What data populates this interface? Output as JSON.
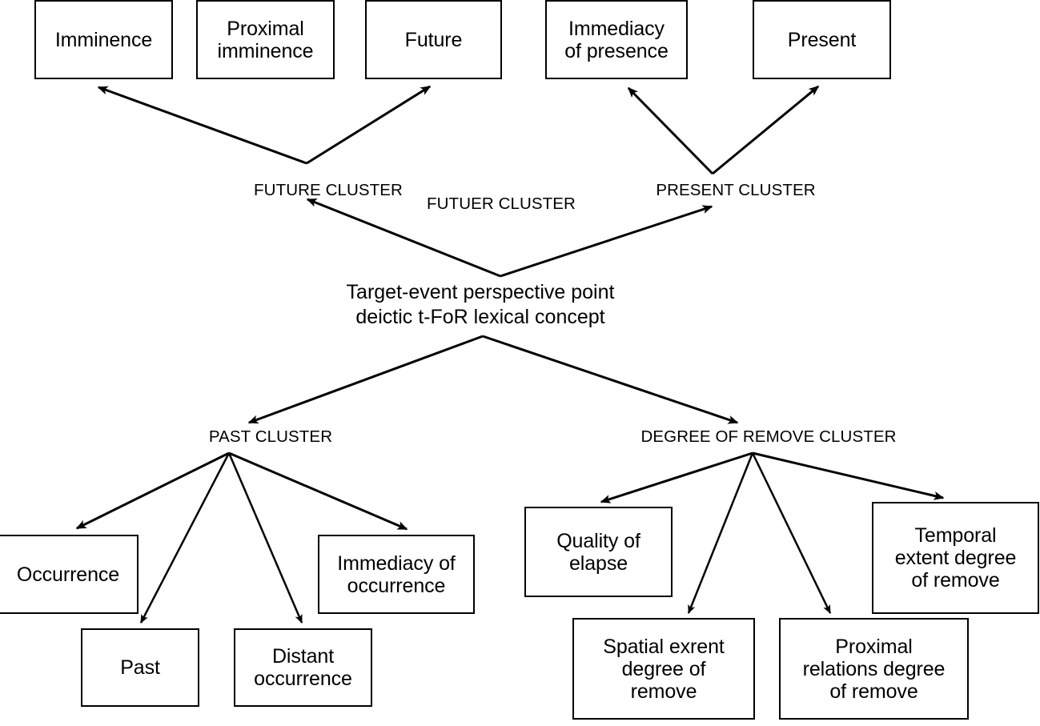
{
  "diagram": {
    "title": "Target-event perspective point deictic t-FoR lexical concept semantic network",
    "center_node": {
      "line1": "Target-event perspective point",
      "line2": "deictic t-FoR lexical concept"
    },
    "cluster_labels": [
      {
        "id": "future-cluster",
        "text": "FUTURE CLUSTER"
      },
      {
        "id": "futuer-cluster",
        "text": "FUTUER CLUSTER"
      },
      {
        "id": "present-cluster",
        "text": "PRESENT CLUSTER"
      },
      {
        "id": "past-cluster",
        "text": "PAST CLUSTER"
      },
      {
        "id": "degree-of-remove-cluster",
        "text": "DEGREE OF REMOVE CLUSTER"
      }
    ],
    "boxes": [
      {
        "id": "imminence",
        "text": "Imminence"
      },
      {
        "id": "proximal-imminence",
        "text": "Proximal\nimminence"
      },
      {
        "id": "future",
        "text": "Future"
      },
      {
        "id": "immediacy-of-presence",
        "text": "Immediacy\nof presence"
      },
      {
        "id": "present",
        "text": "Present"
      },
      {
        "id": "occurrence",
        "text": "Occurrence"
      },
      {
        "id": "past",
        "text": "Past"
      },
      {
        "id": "distant-occurrence",
        "text": "Distant\noccurrence"
      },
      {
        "id": "immediacy-of-occurrence",
        "text": "Immediacy of\noccurrence"
      },
      {
        "id": "quality-of-elapse",
        "text": "Quality of\nelapse"
      },
      {
        "id": "spatial-exrent-degree-of-remove",
        "text": "Spatial exrent\ndegree of\nremove"
      },
      {
        "id": "proximal-relations-degree-of-remove",
        "text": "Proximal\nrelations degree\nof remove"
      },
      {
        "id": "temporal-extent-degree-of-remove",
        "text": "Temporal\nextent degree\nof remove"
      }
    ],
    "edges": [
      {
        "from": "future-cluster",
        "to": "imminence"
      },
      {
        "from": "future-cluster",
        "to": "future"
      },
      {
        "from": "present-cluster",
        "to": "immediacy-of-presence"
      },
      {
        "from": "present-cluster",
        "to": "present"
      },
      {
        "from": "center-node",
        "to": "future-cluster"
      },
      {
        "from": "center-node",
        "to": "present-cluster"
      },
      {
        "from": "center-node",
        "to": "past-cluster"
      },
      {
        "from": "center-node",
        "to": "degree-of-remove-cluster"
      },
      {
        "from": "past-cluster",
        "to": "occurrence"
      },
      {
        "from": "past-cluster",
        "to": "past"
      },
      {
        "from": "past-cluster",
        "to": "distant-occurrence"
      },
      {
        "from": "past-cluster",
        "to": "immediacy-of-occurrence"
      },
      {
        "from": "degree-of-remove-cluster",
        "to": "quality-of-elapse"
      },
      {
        "from": "degree-of-remove-cluster",
        "to": "spatial-exrent-degree-of-remove"
      },
      {
        "from": "degree-of-remove-cluster",
        "to": "proximal-relations-degree-of-remove"
      },
      {
        "from": "degree-of-remove-cluster",
        "to": "temporal-extent-degree-of-remove"
      }
    ],
    "colors": {
      "stroke": "#000000",
      "fill": "#ffffff",
      "text": "#000000"
    }
  }
}
